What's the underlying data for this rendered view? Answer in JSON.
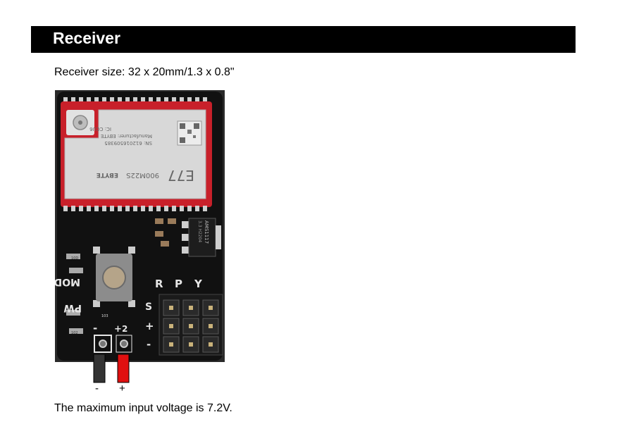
{
  "header": {
    "title": "Receiver"
  },
  "content": {
    "size_text": "Receiver size: 32 x 20mm/1.3 x 0.8\"",
    "voltage_text": "The maximum input voltage is 7.2V."
  },
  "board": {
    "module_model": "E77",
    "module_sub": "900M22S",
    "module_brand": "EBYTE",
    "module_ic": "IC: CCU6",
    "module_manufacturer": "Manufacturer: EBYTE",
    "module_sn": "SN: 612016509385",
    "regulator_label": "AMS1117",
    "regulator_sub": "3.3 H2204",
    "pin_r": "R",
    "pin_p": "P",
    "pin_y": "Y",
    "row_s": "S",
    "row_plus": "+",
    "row_minus": "-",
    "mod_label": "MOD",
    "pw_label": "PW",
    "res_label_1": "10D",
    "res_label_2": "102",
    "res_label_3": "103",
    "pad_minus": "-",
    "pad_plus": "+",
    "pad_num": "2"
  },
  "wires": {
    "minus_label": "-",
    "plus_label": "+"
  },
  "colors": {
    "pcb": "#111111",
    "module_red": "#c8202a",
    "shield": "#d8d8d8",
    "wire_black": "#333333",
    "wire_red": "#e01010"
  }
}
